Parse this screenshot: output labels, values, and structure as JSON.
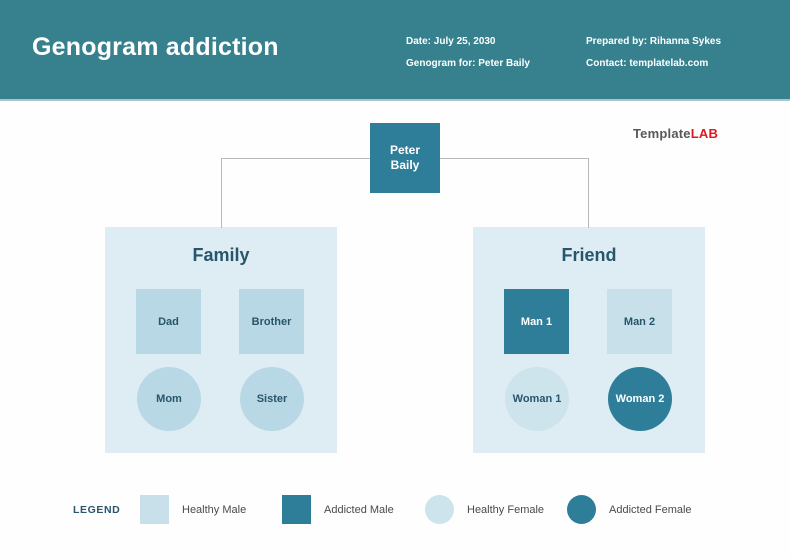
{
  "header": {
    "title": "Genogram addiction",
    "meta_left": [
      "Date: July 25, 2030",
      "Genogram for: Peter Baily"
    ],
    "meta_right": [
      "Prepared by: Rihanna Sykes",
      "Contact: templatelab.com"
    ]
  },
  "logo": {
    "part_gray": "Template",
    "part_red": "LAB"
  },
  "root_person": {
    "name": "Peter Baily"
  },
  "groups": [
    {
      "title": "Family",
      "members": [
        {
          "name": "Dad",
          "shape": "square",
          "status": "healthy"
        },
        {
          "name": "Brother",
          "shape": "square",
          "status": "healthy"
        },
        {
          "name": "Mom",
          "shape": "circle",
          "status": "healthy"
        },
        {
          "name": "Sister",
          "shape": "circle",
          "status": "healthy"
        }
      ]
    },
    {
      "title": "Friend",
      "members": [
        {
          "name": "Man 1",
          "shape": "square",
          "status": "addicted"
        },
        {
          "name": "Man 2",
          "shape": "square",
          "status": "healthy"
        },
        {
          "name": "Woman 1",
          "shape": "circle",
          "status": "healthy"
        },
        {
          "name": "Woman 2",
          "shape": "circle",
          "status": "addicted"
        }
      ]
    }
  ],
  "legend": {
    "label": "LEGEND",
    "items": [
      {
        "label": "Healthy Male",
        "shape": "square",
        "status": "healthy"
      },
      {
        "label": "Addicted Male",
        "shape": "square",
        "status": "addicted"
      },
      {
        "label": "Healthy Female",
        "shape": "circle",
        "status": "healthy"
      },
      {
        "label": "Addicted Female",
        "shape": "circle",
        "status": "addicted"
      }
    ]
  },
  "colors": {
    "header-teal": "#37818F",
    "addicted-teal": "#2F7E99",
    "healthy-blue": "#B9D8E5",
    "healthy-blue-light": "#C7E0EA",
    "healthy-female-light": "#CDE4ED",
    "group-bg": "#DEEDF4",
    "connector-gray": "#B9B9B9",
    "label-dark": "#27566C",
    "legend-text": "#4A4A4A",
    "logo-gray": "#58595B",
    "logo-red": "#E0191F"
  }
}
